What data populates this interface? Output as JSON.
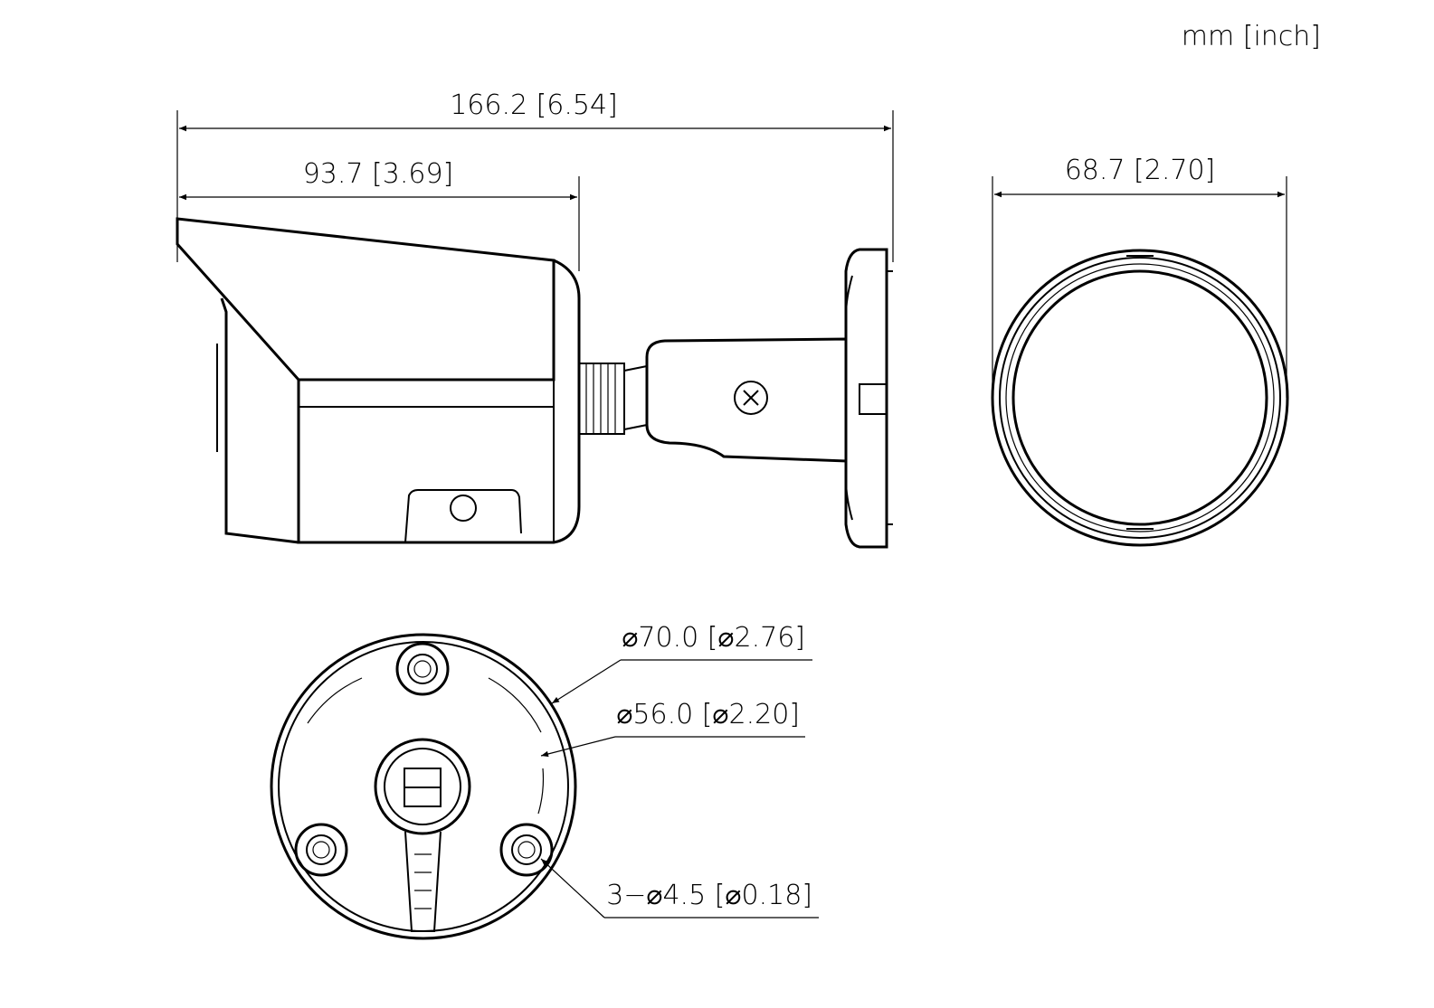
{
  "units_label": "mm [inch]",
  "dimensions": {
    "overall_length": "166.2 [6.54]",
    "body_length": "93.7 [3.69]",
    "front_diameter": "68.7 [2.70]",
    "base_outer_diameter": "⌀70.0 [⌀2.76]",
    "base_inner_diameter": "⌀56.0 [⌀2.20]",
    "mount_holes": "3−⌀4.5 [⌀0.18]"
  }
}
